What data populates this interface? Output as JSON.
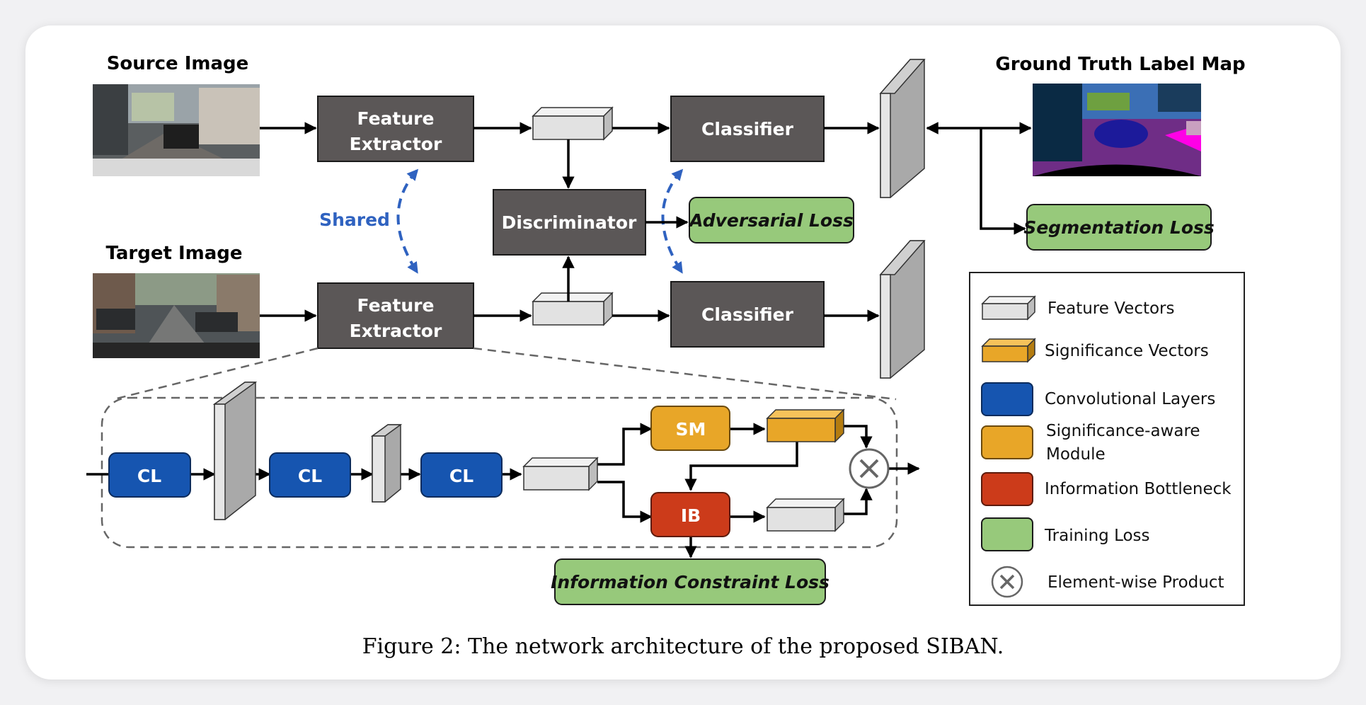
{
  "inputs": {
    "source_title": "Source Image",
    "target_title": "Target Image",
    "ground_truth_title": "Ground Truth Label Map"
  },
  "blocks": {
    "feature_extractor_line1": "Feature",
    "feature_extractor_line2": "Extractor",
    "classifier": "Classifier",
    "discriminator": "Discriminator",
    "shared": "Shared"
  },
  "losses": {
    "adversarial": "Adversarial Loss",
    "segmentation": "Segmentation Loss",
    "information_constraint": "Information Constraint Loss"
  },
  "detail": {
    "cl": "CL",
    "sm": "SM",
    "ib": "IB"
  },
  "legend": {
    "feature_vectors": "Feature Vectors",
    "significance_vectors": "Significance Vectors",
    "conv_layers": "Convolutional  Layers",
    "sam_line1": "Significance-aware",
    "sam_line2": "Module",
    "info_bottleneck": "Information Bottleneck",
    "training_loss": "Training Loss",
    "elementwise_product": "Element-wise Product"
  },
  "caption": "Figure 2: The network architecture of the proposed SIBAN.",
  "colors": {
    "dark_box": "#5b5757",
    "loss_green": "#97c97b",
    "conv_blue": "#1655b0",
    "sm_orange": "#e8a628",
    "ib_red": "#cc3b1a",
    "shared_blue": "#2f62c0",
    "feature_vector_gray": "#e2e2e2"
  }
}
